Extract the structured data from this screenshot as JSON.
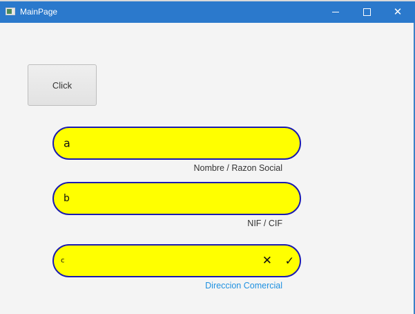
{
  "window": {
    "title": "MainPage",
    "controls": {
      "minimize": "minimize-icon",
      "maximize": "maximize-icon",
      "close": "close-icon"
    }
  },
  "button": {
    "label": "Click"
  },
  "fields": [
    {
      "value": "a",
      "label": "Nombre / Razon Social",
      "label_color": "#333333"
    },
    {
      "value": "b",
      "label": "NIF / CIF",
      "label_color": "#333333"
    },
    {
      "value": "c",
      "label": "Direccion Comercial",
      "label_color": "#1e90e0",
      "icons": [
        "clear-icon",
        "confirm-icon"
      ]
    }
  ],
  "icons": {
    "clear_glyph": "✕",
    "confirm_glyph": "✓",
    "close_glyph": "✕"
  },
  "colors": {
    "titlebar": "#2b79cc",
    "field_bg": "#ffff00",
    "field_border": "#1a1ab0",
    "background": "#f4f4f4"
  }
}
